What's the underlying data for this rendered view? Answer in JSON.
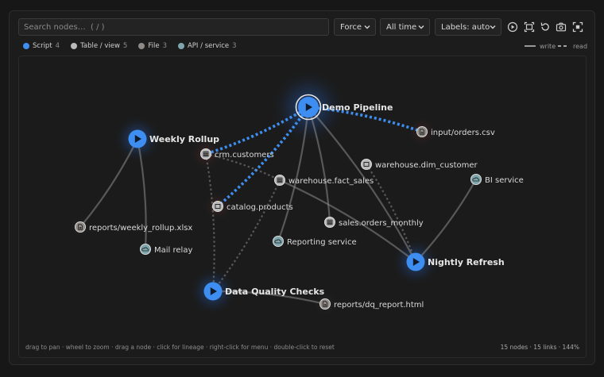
{
  "toolbar": {
    "search_placeholder": "Search nodes…  ( / )",
    "layout_select": "Force",
    "time_select": "All time",
    "labels_select": "Labels: auto",
    "buttons": [
      "play-icon",
      "fit-view-icon",
      "reset-icon",
      "camera-icon",
      "fullscreen-icon"
    ]
  },
  "legend": [
    {
      "label": "Script",
      "count": "4",
      "color": "#3d8ef0"
    },
    {
      "label": "Table / view",
      "count": "5",
      "color": "#b9b9b9"
    },
    {
      "label": "File",
      "count": "3",
      "color": "#8f8a86"
    },
    {
      "label": "API / service",
      "count": "3",
      "color": "#7fa6ad"
    }
  ],
  "line_key": {
    "write": "write",
    "read": "read"
  },
  "graph": {
    "nodes": [
      {
        "id": "demo",
        "label": "Demo Pipeline",
        "type": "script",
        "icon": "play-icon",
        "highlight": true
      },
      {
        "id": "weekly",
        "label": "Weekly Rollup",
        "type": "script",
        "icon": "play-icon"
      },
      {
        "id": "dq",
        "label": "Data Quality Checks",
        "type": "script",
        "icon": "play-icon"
      },
      {
        "id": "nightly",
        "label": "Nightly Refresh",
        "type": "script",
        "icon": "play-icon"
      },
      {
        "id": "crm",
        "label": "crm.customers",
        "type": "table",
        "icon": "table-icon"
      },
      {
        "id": "fact",
        "label": "warehouse.fact_sales",
        "type": "table",
        "icon": "table-icon"
      },
      {
        "id": "dim",
        "label": "warehouse.dim_customer",
        "type": "view",
        "icon": "view-icon"
      },
      {
        "id": "catalog",
        "label": "catalog.products",
        "type": "view",
        "icon": "view-icon"
      },
      {
        "id": "monthly",
        "label": "sales.orders_monthly",
        "type": "table",
        "icon": "table-icon"
      },
      {
        "id": "orders",
        "label": "input/orders.csv",
        "type": "file",
        "icon": "file-icon"
      },
      {
        "id": "weeklyx",
        "label": "reports/weekly_rollup.xlsx",
        "type": "file",
        "icon": "file-icon"
      },
      {
        "id": "dqr",
        "label": "reports/dq_report.html",
        "type": "file",
        "icon": "file-icon"
      },
      {
        "id": "bi",
        "label": "BI service",
        "type": "api",
        "icon": "cloud-icon"
      },
      {
        "id": "mail",
        "label": "Mail relay",
        "type": "api",
        "icon": "cloud-icon"
      },
      {
        "id": "rep",
        "label": "Reporting service",
        "type": "api",
        "icon": "cloud-icon"
      }
    ],
    "links": [
      {
        "source": "demo",
        "target": "crm",
        "kind": "read",
        "highlight": true
      },
      {
        "source": "demo",
        "target": "catalog",
        "kind": "read",
        "highlight": true
      },
      {
        "source": "demo",
        "target": "orders",
        "kind": "read",
        "highlight": true
      },
      {
        "source": "demo",
        "target": "rep",
        "kind": "write"
      },
      {
        "source": "demo",
        "target": "monthly",
        "kind": "write"
      },
      {
        "source": "demo",
        "target": "nightly",
        "kind": "write"
      },
      {
        "source": "weekly",
        "target": "weeklyx",
        "kind": "write"
      },
      {
        "source": "weekly",
        "target": "mail",
        "kind": "write"
      },
      {
        "source": "crm",
        "target": "fact",
        "kind": "read"
      },
      {
        "source": "crm",
        "target": "dq",
        "kind": "read"
      },
      {
        "source": "fact",
        "target": "dq",
        "kind": "read"
      },
      {
        "source": "fact",
        "target": "nightly",
        "kind": "write"
      },
      {
        "source": "dim",
        "target": "nightly",
        "kind": "read"
      },
      {
        "source": "bi",
        "target": "nightly",
        "kind": "write"
      },
      {
        "source": "dq",
        "target": "dqr",
        "kind": "write"
      }
    ]
  },
  "footer": {
    "hint": "drag to pan · wheel to zoom · drag a node · click for lineage · right-click for menu · double-click to reset",
    "stats": "15 nodes · 15 links · 144%"
  }
}
